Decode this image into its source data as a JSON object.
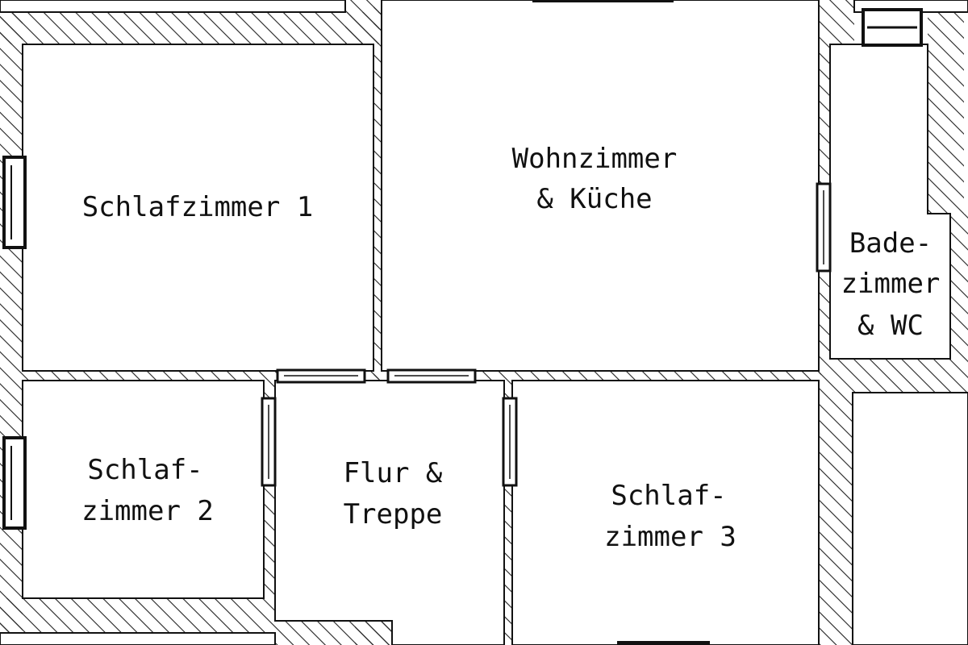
{
  "colors": {
    "background": "#ffffff",
    "line": "#111111",
    "hatch": "#222222"
  },
  "rooms": {
    "schlafzimmer1": {
      "line1": "Schlafzimmer 1"
    },
    "wohnzimmer": {
      "line1": "Wohnzimmer",
      "line2": "& Küche"
    },
    "bad": {
      "line1": "Bade-",
      "line2": "zimmer",
      "line3": "& WC"
    },
    "schlafzimmer2": {
      "line1": "Schlaf-",
      "line2": "zimmer 2"
    },
    "flur": {
      "line1": "Flur &",
      "line2": "Treppe"
    },
    "schlafzimmer3": {
      "line1": "Schlaf-",
      "line2": "zimmer 3"
    }
  },
  "icons": {
    "window": "window-icon",
    "door": "door-icon"
  }
}
